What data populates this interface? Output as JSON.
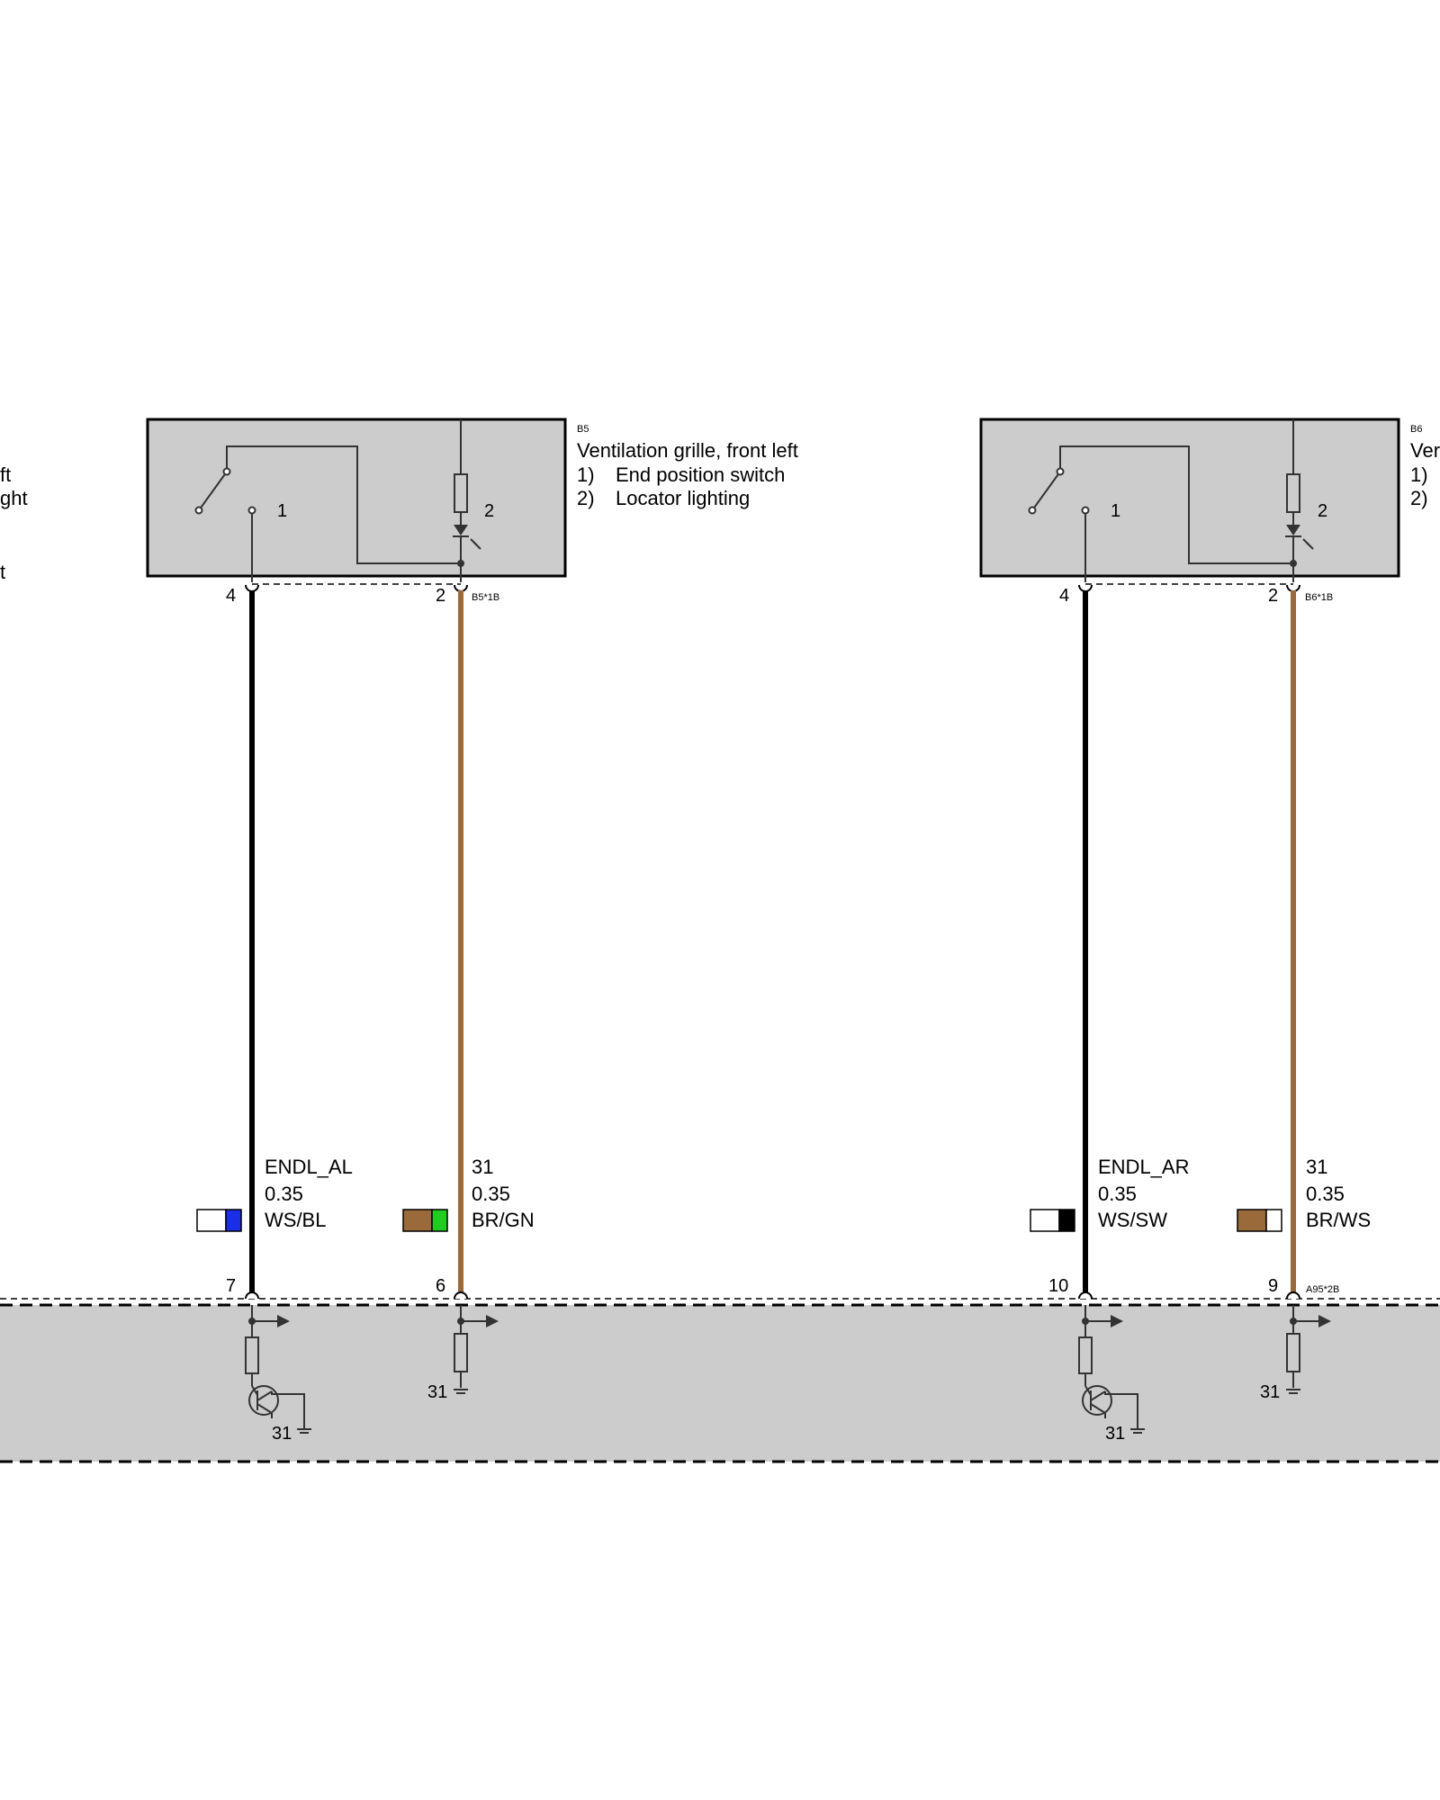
{
  "left_margin_fragments": [
    "ft",
    "ght",
    "t"
  ],
  "components": [
    {
      "id": "B5",
      "title": "Ventilation grille, front left",
      "items": [
        {
          "num": "1)",
          "text": "End position switch"
        },
        {
          "num": "2)",
          "text": "Locator lighting"
        }
      ],
      "internal_labels": [
        "1",
        "2"
      ],
      "connector": "B5*1B",
      "pins": [
        "4",
        "2"
      ]
    },
    {
      "id": "B6",
      "title": "Ver",
      "items": [
        {
          "num": "1)",
          "text": ""
        },
        {
          "num": "2)",
          "text": ""
        }
      ],
      "internal_labels": [
        "1",
        "2"
      ],
      "connector": "B6*1B",
      "pins": [
        "4",
        "2"
      ]
    }
  ],
  "wires": [
    {
      "signal": "ENDL_AL",
      "size": "0.35",
      "color_code": "WS/BL",
      "colors": [
        "#ffffff",
        "#1a2ee6"
      ],
      "wire_color": "#000000",
      "bottom_pin": "7"
    },
    {
      "signal": "31",
      "size": "0.35",
      "color_code": "BR/GN",
      "colors": [
        "#9b6a3a",
        "#1fcc1f"
      ],
      "wire_color": "#9b6a3a",
      "bottom_pin": "6"
    },
    {
      "signal": "ENDL_AR",
      "size": "0.35",
      "color_code": "WS/SW",
      "colors": [
        "#ffffff",
        "#000000"
      ],
      "wire_color": "#000000",
      "bottom_pin": "10"
    },
    {
      "signal": "31",
      "size": "0.35",
      "color_code": "BR/WS",
      "colors": [
        "#9b6a3a",
        "#ffffff"
      ],
      "wire_color": "#9b6a3a",
      "bottom_pin": "9"
    }
  ],
  "module": {
    "connector": "A95*2B",
    "ground_labels": [
      "31",
      "31",
      "31",
      "31"
    ]
  },
  "colors": {
    "box_fill": "#cccccc",
    "brown_wire": "#9b6a3a",
    "black_wire": "#000000"
  }
}
